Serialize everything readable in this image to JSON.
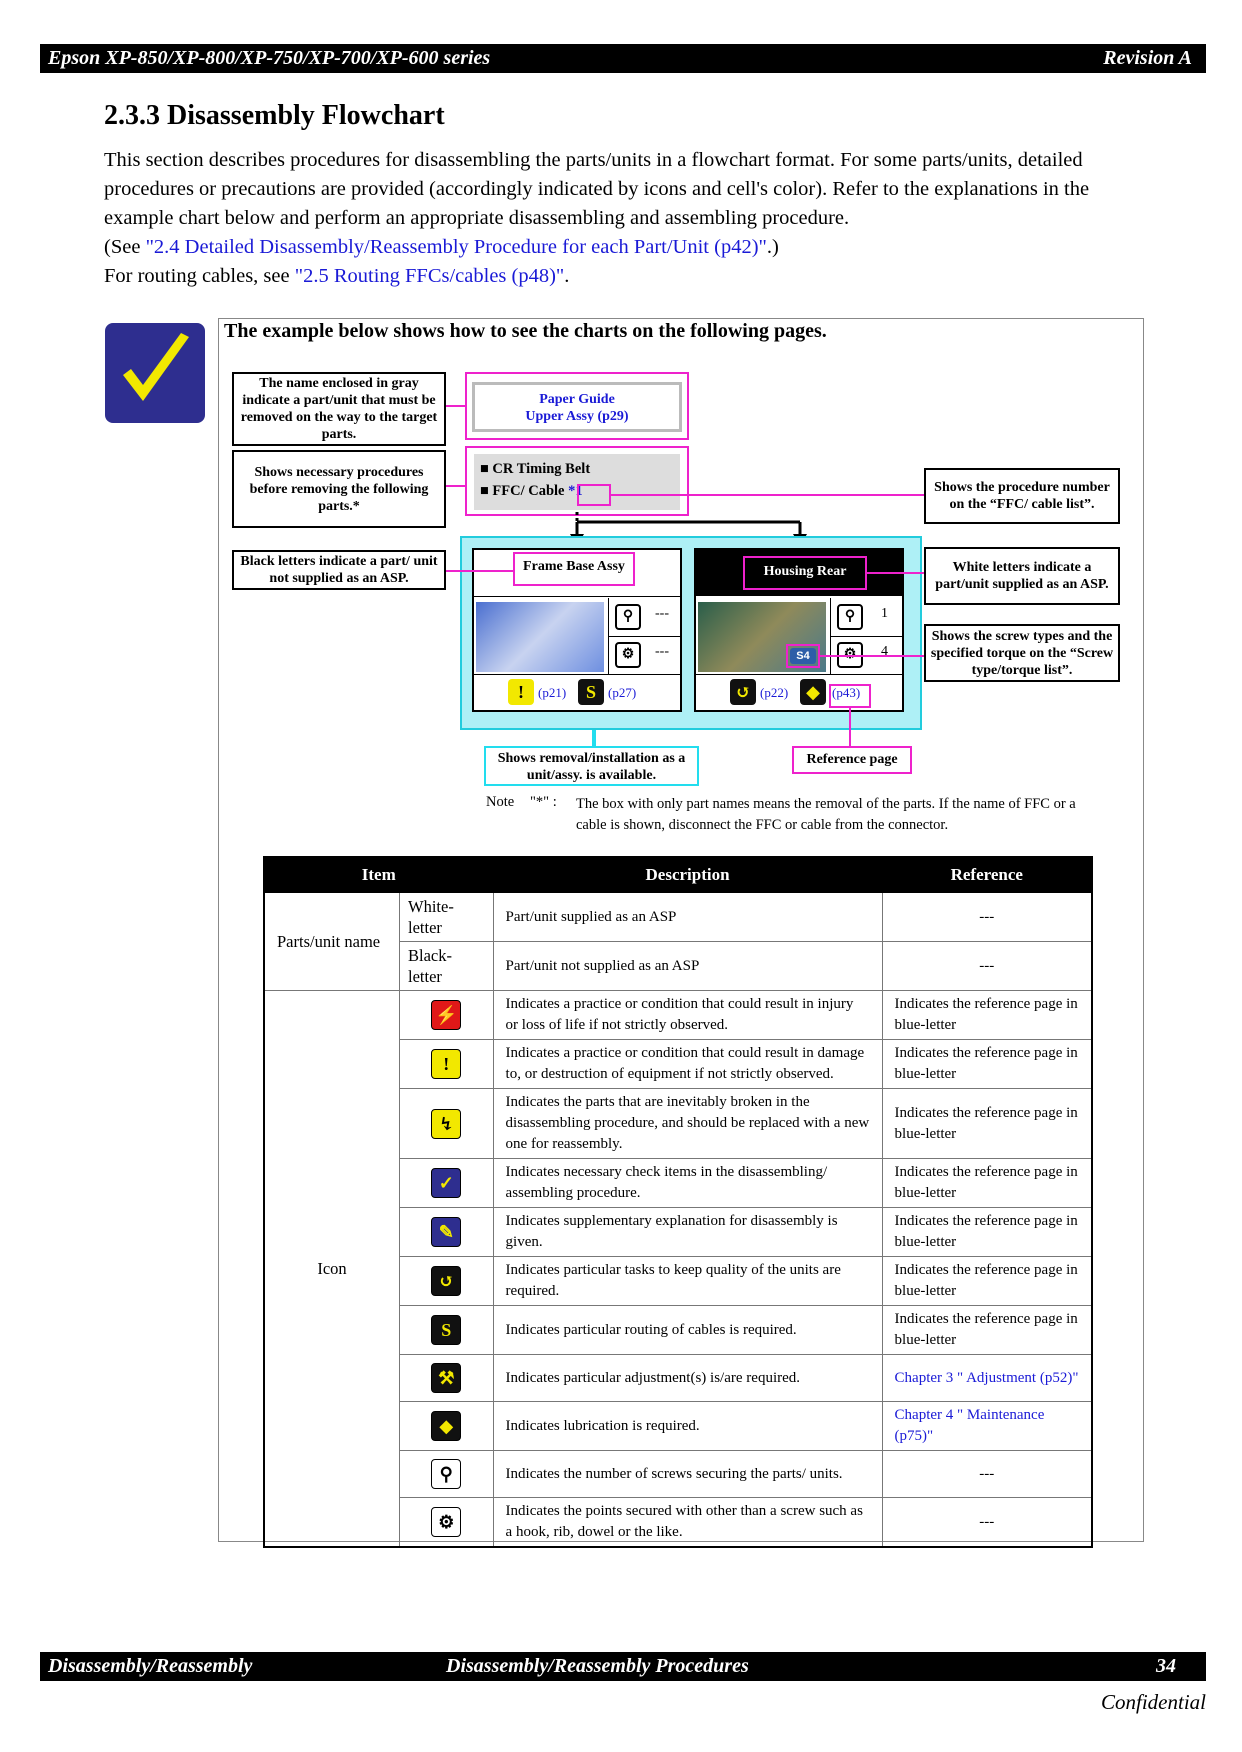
{
  "header": {
    "left": "Epson XP-850/XP-800/XP-750/XP-700/XP-600 series",
    "right": "Revision A"
  },
  "title": "2.3.3  Disassembly Flowchart",
  "intro": {
    "line1": "This section describes procedures for disassembling the parts/units in a flowchart format. For some parts/units, detailed procedures or precautions are provided (accordingly indicated by icons and cell's color). Refer to the explanations in the example chart below and perform an appropriate disassembling and assembling procedure.",
    "see_prefix": "(See ",
    "see_link": "\"2.4 Detailed Disassembly/Reassembly Procedure for each Part/Unit (p42)\"",
    "see_suffix": ".)",
    "routing_prefix": "For routing cables, see ",
    "routing_link": "\"2.5 Routing FFCs/cables (p48)\"",
    "routing_suffix": "."
  },
  "example": {
    "heading": "The example below shows how to see the charts on the following pages.",
    "callout_gray": "The name enclosed in gray indicate a part/unit that must be removed on the way to the target parts.",
    "callout_proc": "Shows necessary procedures before removing the following parts.*",
    "callout_black": "Black letters indicate a part/ unit not supplied as an ASP.",
    "callout_ffc": "Shows the procedure number on the “FFC/ cable list”.",
    "callout_white": "White letters indicate a part/unit supplied as an ASP.",
    "callout_screw": "Shows the screw types and the specified torque on the “Screw type/torque list”.",
    "callout_unit": "Shows removal/installation as a unit/assy. is available.",
    "callout_ref": "Reference page",
    "paper_guide": "Paper Guide",
    "paper_guide_ref": "Upper Assy (p29)",
    "cr_belt": "CR Timing Belt",
    "ffc_cable": "FFC/ Cable",
    "ffc_ref": "*1",
    "frame_base": "Frame Base Assy",
    "frame_val1": "---",
    "frame_val2": "---",
    "frame_p1": "(p21)",
    "frame_p2": "(p27)",
    "housing": "Housing Rear",
    "housing_val1": "1",
    "housing_val2": "4",
    "screw_tag": "S4",
    "housing_p1": "(p22)",
    "housing_p2": "(p43)",
    "note_label": "Note",
    "note_mark": "\"*\" :",
    "note_text": "The box with only part names means the removal of the parts. If the name of FFC or a cable is shown, disconnect the FFC or cable from the connector."
  },
  "legend": {
    "headers": [
      "Item",
      "Description",
      "Reference"
    ],
    "parts_label": "Parts/unit name",
    "white": "White-letter",
    "white_desc": "Part/unit supplied as an ASP",
    "white_ref": "---",
    "black": "Black-letter",
    "black_desc": "Part/unit not supplied as an ASP",
    "black_ref": "---",
    "icon_label": "Icon",
    "rows": [
      {
        "icon": "lightning-icon",
        "glyph": "⚡",
        "bg": "#e01818",
        "fg": "#fff",
        "desc": "Indicates a practice or condition that could result in injury or loss of life if not strictly observed.",
        "ref": "Indicates the reference page in blue-letter"
      },
      {
        "icon": "exclamation-icon",
        "glyph": "!",
        "bg": "#f2e800",
        "fg": "#000",
        "desc": "Indicates a practice or condition that could result in damage to, or destruction of equipment if not strictly observed.",
        "ref": "Indicates the reference page in blue-letter"
      },
      {
        "icon": "broken-part-icon",
        "glyph": "↯",
        "bg": "#f2e800",
        "fg": "#000",
        "desc": "Indicates the parts that are inevitably broken in the disassembling procedure, and should be replaced with a new one for reassembly.",
        "ref": "Indicates the reference page in blue-letter"
      },
      {
        "icon": "check-icon",
        "glyph": "✓",
        "bg": "#2e2e8f",
        "fg": "#f2e800",
        "desc": "Indicates necessary check items in the disassembling/ assembling procedure.",
        "ref": "Indicates the reference page in blue-letter"
      },
      {
        "icon": "pencil-icon",
        "glyph": "✎",
        "bg": "#2e2e8f",
        "fg": "#f2e800",
        "desc": "Indicates supplementary explanation for disassembly is given.",
        "ref": "Indicates the reference page in blue-letter"
      },
      {
        "icon": "quality-icon",
        "glyph": "↺",
        "bg": "#111",
        "fg": "#f2e800",
        "desc": "Indicates particular tasks to keep quality of the units are required.",
        "ref": "Indicates the reference page in blue-letter"
      },
      {
        "icon": "routing-icon",
        "glyph": "S",
        "bg": "#111",
        "fg": "#f2e800",
        "desc": "Indicates particular routing of cables is required.",
        "ref": "Indicates the reference page in blue-letter"
      },
      {
        "icon": "adjustment-icon",
        "glyph": "⚒",
        "bg": "#111",
        "fg": "#f2e800",
        "desc": "Indicates particular adjustment(s) is/are required.",
        "ref": "Chapter 3 \" Adjustment (p52)\"",
        "ref_link": true
      },
      {
        "icon": "lubrication-icon",
        "glyph": "◆",
        "bg": "#111",
        "fg": "#f2e800",
        "desc": "Indicates lubrication is required.",
        "ref": "Chapter 4 \" Maintenance (p75)\"",
        "ref_link": true
      },
      {
        "icon": "screw-icon",
        "glyph": "⚲",
        "bg": "#fff",
        "fg": "#000",
        "desc": "Indicates the number of screws securing the parts/ units.",
        "ref": "---"
      },
      {
        "icon": "hook-icon",
        "glyph": "⚙",
        "bg": "#fff",
        "fg": "#000",
        "desc": "Indicates the points secured with other than a screw such as a hook, rib, dowel or the like.",
        "ref": "---"
      }
    ]
  },
  "footer": {
    "left": "Disassembly/Reassembly",
    "center": "Disassembly/Reassembly Procedures",
    "page": "34",
    "confidential": "Confidential"
  }
}
